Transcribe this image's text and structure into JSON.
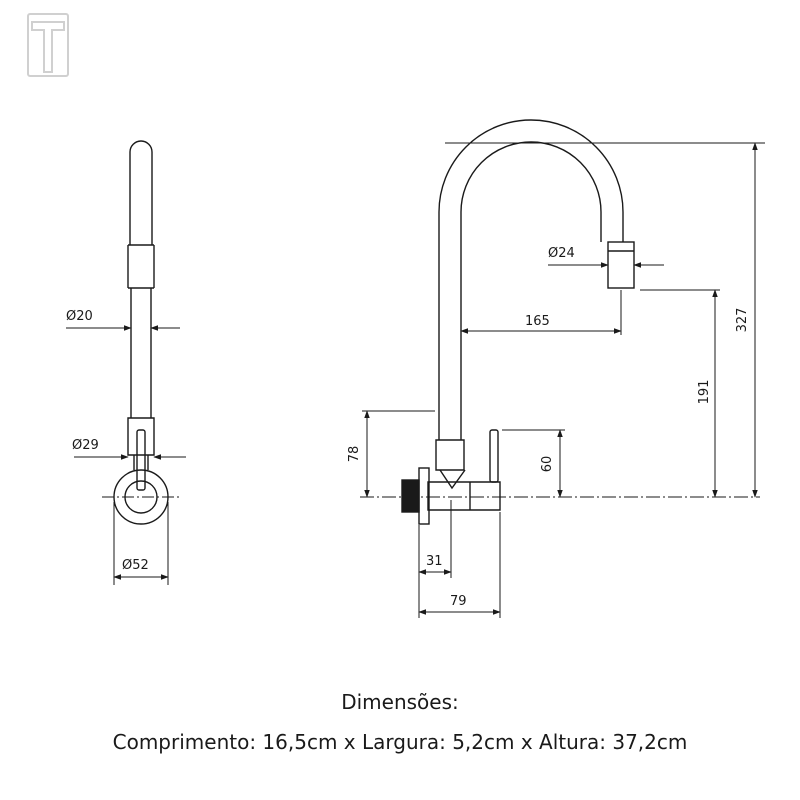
{
  "logo": {
    "letter": "T"
  },
  "dimensions": {
    "diameter_stem": "Ø20",
    "diameter_base_collar": "Ø29",
    "diameter_flange": "Ø52",
    "diameter_outlet": "Ø24",
    "spout_reach": "165",
    "outlet_height": "191",
    "total_height": "327",
    "spout_pivot_height": "78",
    "handle_height": "60",
    "flange_depth": "31",
    "body_length": "79"
  },
  "caption": {
    "title": "Dimensões:",
    "body": "Comprimento: 16,5cm x Largura: 5,2cm x Altura: 37,2cm"
  },
  "colors": {
    "line": "#1a1a1a",
    "logo": "#d0d0d0"
  }
}
